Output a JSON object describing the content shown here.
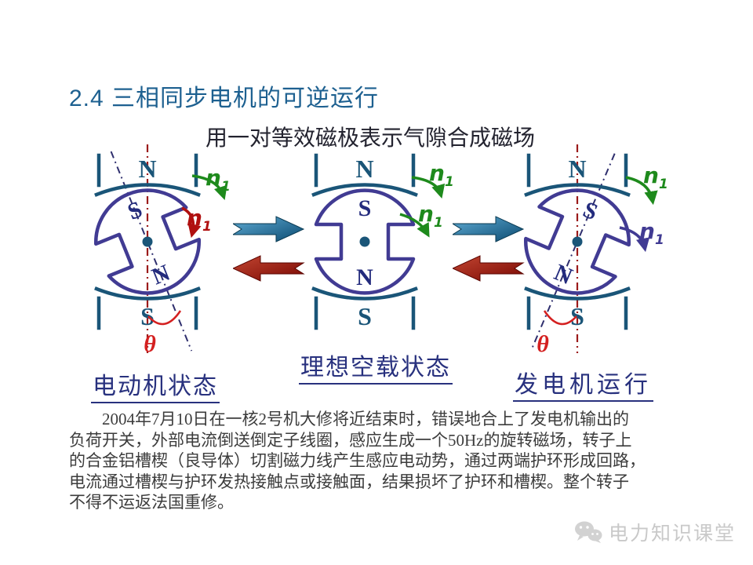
{
  "slide": {
    "title": "2.4 三相同步电机的可逆运行",
    "subtitle": "用一对等效磁极表示气隙合成磁场",
    "speed": {
      "base": "n",
      "sub": "1"
    },
    "theta": "θ",
    "poles": {
      "stator_top": "N",
      "stator_bottom": "S",
      "rotor_top": "S",
      "rotor_bottom": "N"
    },
    "captions": {
      "motor": "电动机状态",
      "no_load": "理想空载状态",
      "generator": "发电机运行"
    },
    "paragraph_lines": [
      "2004年7月10日在一核2号机大修将近结束时，错误地合上了发电机输出的",
      "负荷开关，外部电流倒送倒定子线圈，感应生成一个50Hz的旋转磁场，转子上",
      "的合金铝槽楔（良导体）切割磁力线产生感应电动势，通过两端护环形成回路，",
      "电流通过槽楔与护环发热接触点或接触面，结果损坏了护环和槽楔。整个转子",
      "不得不运返法国重修。"
    ],
    "watermark": "电力知识课堂",
    "colors": {
      "title_blue": "#1D6090",
      "stator_teal": "#1A5578",
      "rotor_indigo": "#413B93",
      "field_speed_green": "#1E8A1C",
      "rotor_speed_red": "#B01010",
      "rotor_speed_indigo": "#413B93",
      "theta_red": "#D42020",
      "caption_navy": "#28317E",
      "forward_block_arrow": "#0B4A70",
      "reverse_block_arrow": "#7A0802",
      "watermark_gray": "#C9C9C9"
    }
  }
}
